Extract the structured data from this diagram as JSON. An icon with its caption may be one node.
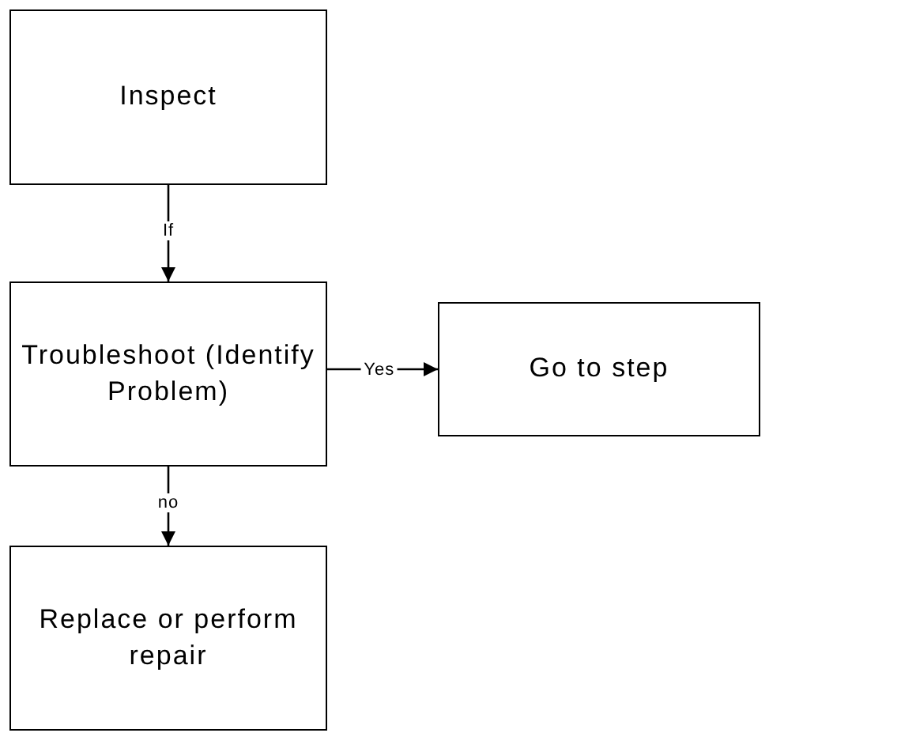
{
  "diagram": {
    "nodes": [
      {
        "text": [
          "Inspect"
        ]
      },
      {
        "text": [
          "Troubleshoot (Identify Problem)"
        ]
      },
      {
        "text": [
          "Go to step"
        ]
      },
      {
        "text": [
          "Replace or perform repair"
        ]
      }
    ],
    "edges": [
      {
        "from": 0,
        "to": 1,
        "arrow": "to",
        "label": "If"
      },
      {
        "from": 1,
        "to": 2,
        "arrow": "to",
        "label": "Yes"
      },
      {
        "from": 1,
        "to": 3,
        "arrow": "to",
        "label": "no"
      }
    ]
  }
}
